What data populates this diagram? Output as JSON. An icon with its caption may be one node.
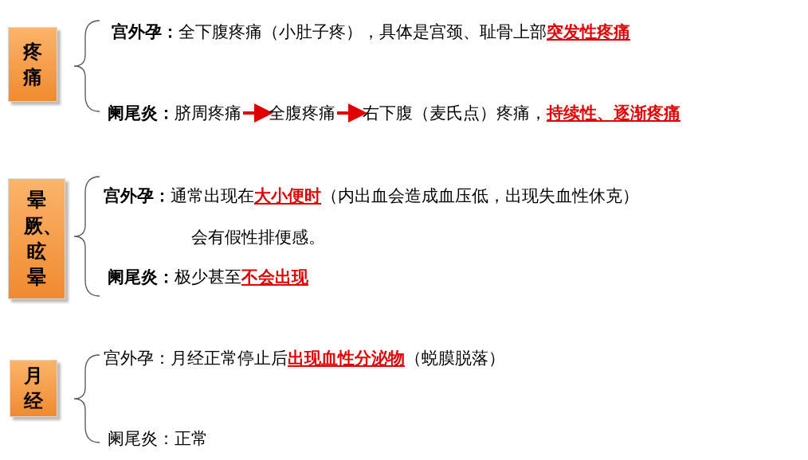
{
  "diagram": {
    "nodes": [
      {
        "text": [
          "疼痛"
        ]
      },
      {
        "text": [
          "脐周疼痛"
        ]
      },
      {
        "text": [
          "全腹疼痛"
        ]
      },
      {
        "text": [
          "右下腹（麦氏点）疼痛，**持续性、逐渐疼痛**"
        ]
      },
      {
        "text": [
          "晕厥、眩晕"
        ]
      },
      {
        "text": [
          "月经"
        ]
      }
    ],
    "edges": [
      {
        "from": 1,
        "to": 2,
        "arrow": "to",
        "color": "#e00000"
      },
      {
        "from": 2,
        "to": 3,
        "arrow": "to",
        "color": "#e00000"
      }
    ],
    "labels": [
      "宫外孕：",
      "全下腹疼痛（小肚子疼），具体是宫颈、耻骨上部**突发性疼痛**",
      "阑尾炎：",
      "宫外孕：",
      "通常出现在**大小便时**（内出血会造成血压低，出现失血性休克）",
      "会有假性排便感。",
      "阑尾炎：",
      "极少甚至**不会出现**",
      "宫外孕：月经正常停止后**出现血性分泌物**（蜕膜脱落）",
      "阑尾炎：正常"
    ]
  }
}
